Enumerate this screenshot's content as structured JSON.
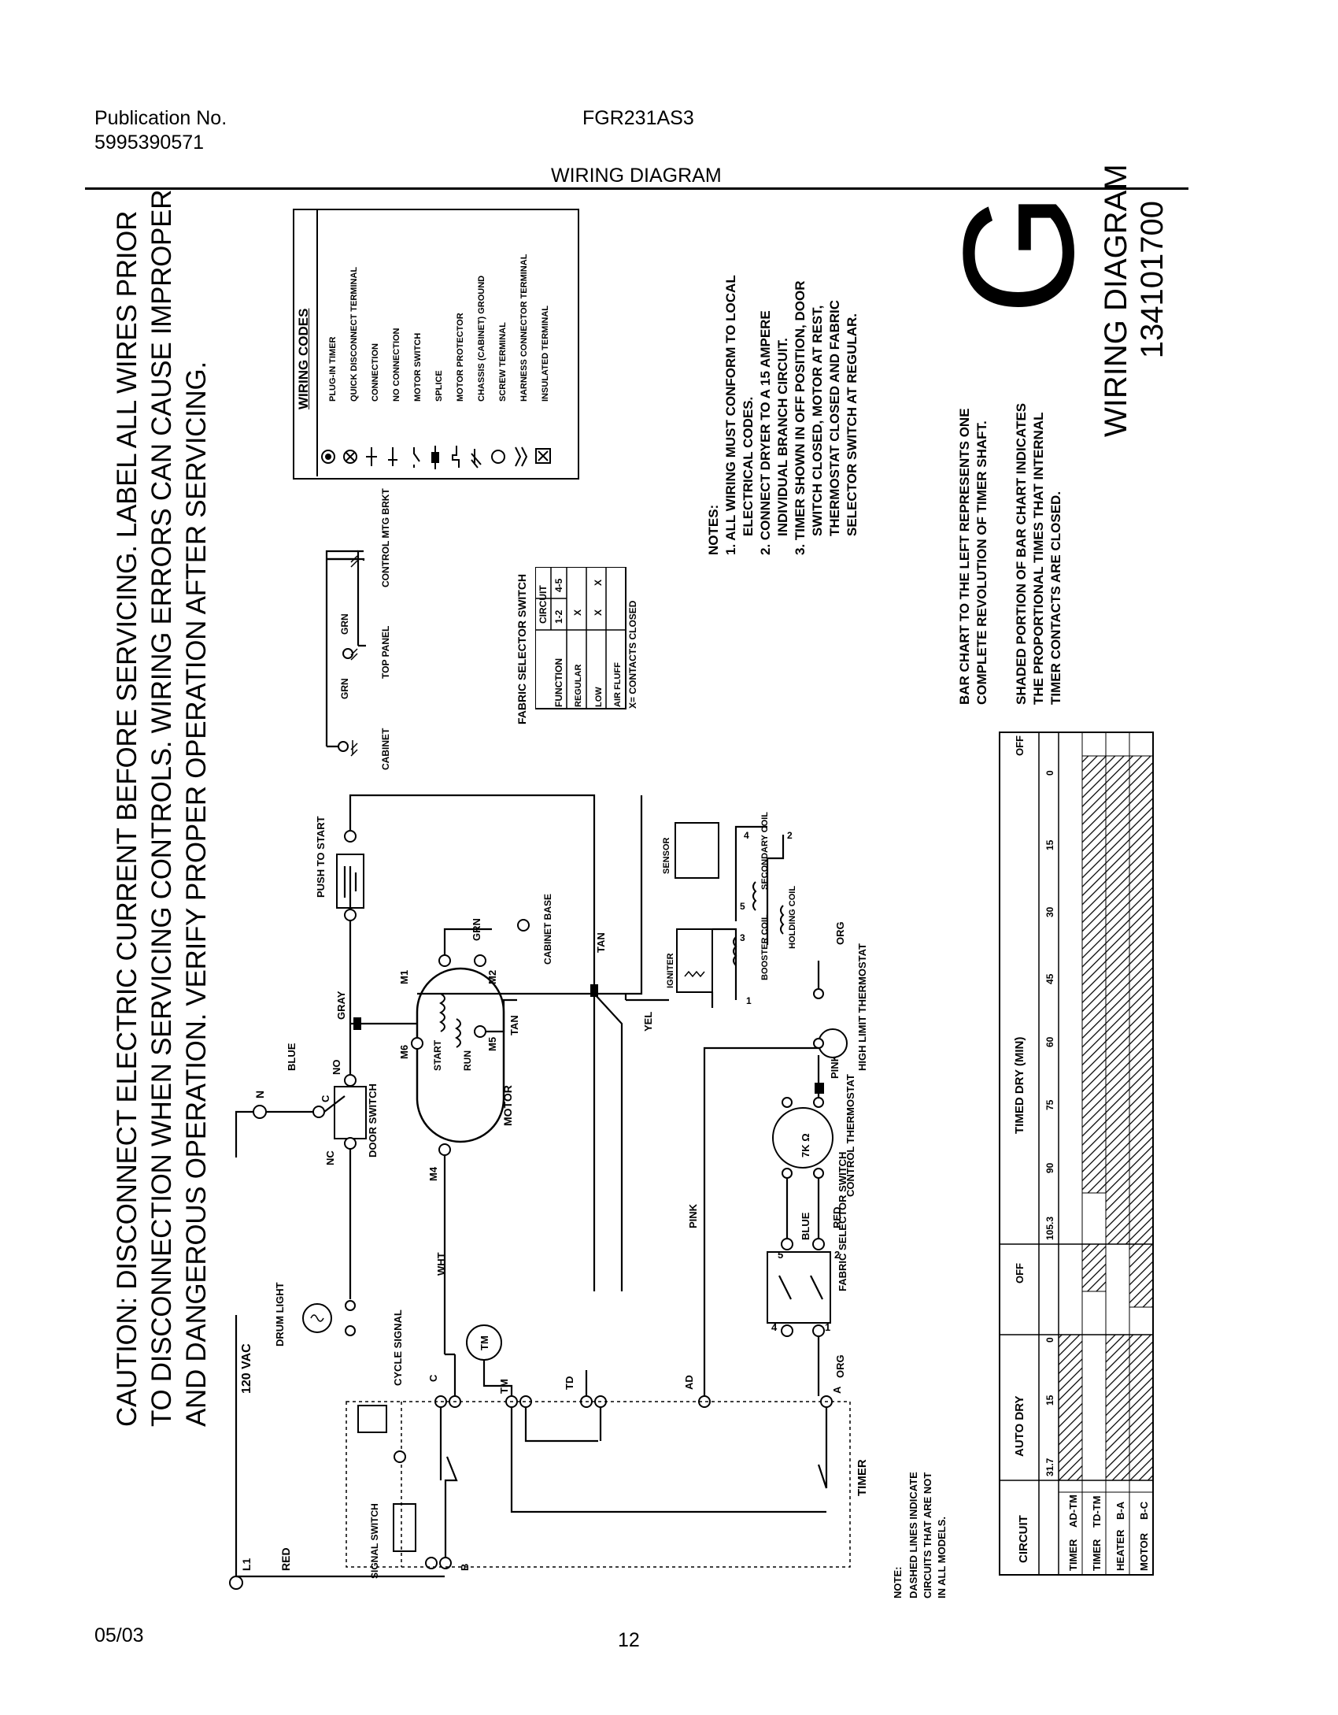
{
  "header": {
    "publication_label": "Publication No.",
    "publication_number": "5995390571",
    "model": "FGR231AS3",
    "section_title": "WIRING DIAGRAM"
  },
  "caution": {
    "line1": "CAUTION: DISCONNECT ELECTRIC CURRENT BEFORE SERVICING. LABEL ALL WIRES PRIOR",
    "line2": "TO DISCONNECTION WHEN SERVICING CONTROLS. WIRING ERRORS CAN CAUSE IMPROPER",
    "line3": "AND DANGEROUS OPERATION. VERIFY PROPER OPERATION AFTER SERVICING."
  },
  "wiring_codes": {
    "title": "WIRING CODES",
    "items": [
      {
        "icon": "plug-in-timer-icon",
        "label": "PLUG-IN TIMER"
      },
      {
        "icon": "quick-disconnect-icon",
        "label": "QUICK DISCONNECT TERMINAL"
      },
      {
        "icon": "connection-icon",
        "label": "CONNECTION"
      },
      {
        "icon": "no-connection-icon",
        "label": "NO CONNECTION"
      },
      {
        "icon": "motor-switch-icon",
        "label": "MOTOR SWITCH"
      },
      {
        "icon": "splice-icon",
        "label": "SPLICE"
      },
      {
        "icon": "motor-protector-icon",
        "label": "MOTOR PROTECTOR"
      },
      {
        "icon": "chassis-ground-icon",
        "label": "CHASSIS (CABINET) GROUND"
      },
      {
        "icon": "screw-terminal-icon",
        "label": "SCREW TERMINAL"
      },
      {
        "icon": "harness-connector-icon",
        "label": "HARNESS CONNECTOR TERMINAL"
      },
      {
        "icon": "insulated-terminal-icon",
        "label": "INSULATED TERMINAL"
      }
    ]
  },
  "notes": {
    "title": "NOTES:",
    "lines": [
      "1. ALL WIRING MUST CONFORM TO LOCAL",
      "ELECTRICAL CODES.",
      "2. CONNECT DRYER TO A 15 AMPERE",
      "INDIVIDUAL BRANCH CIRCUIT.",
      "3. TIMER SHOWN IN OFF POSITION, DOOR",
      "SWITCH CLOSED, MOTOR AT REST,",
      "THERMOSTAT CLOSED AND FABRIC",
      "SELECTOR SWITCH AT REGULAR."
    ]
  },
  "logo": {
    "letter": "G",
    "title": "WIRING DIAGRAM",
    "number": "134101700"
  },
  "bar_notes": {
    "bar1": "BAR CHART TO THE LEFT REPRESENTS ONE",
    "bar2": "COMPLETE REVOLUTION OF TIMER SHAFT.",
    "shade1": "SHADED PORTION OF BAR CHART INDICATES",
    "shade2": "THE PROPORTIONAL TIMES THAT INTERNAL",
    "shade3": "TIMER CONTACTS ARE CLOSED."
  },
  "fabric_table": {
    "title": "FABRIC SELECTOR SWITCH",
    "col_function": "FUNCTION",
    "col_circuit": "CIRCUIT",
    "col_a": "1-2",
    "col_b": "4-5",
    "rows": [
      {
        "name": "REGULAR",
        "a": "X",
        "b": ""
      },
      {
        "name": "LOW",
        "a": "X",
        "b": "X"
      },
      {
        "name": "AIR FLUFF",
        "a": "",
        "b": ""
      }
    ],
    "legend": "X= CONTACTS CLOSED"
  },
  "ground": {
    "grn": "GRN",
    "cabinet": "CABINET",
    "top_panel": "TOP PANEL",
    "control": "CONTROL MTG BRKT"
  },
  "timer_chart": {
    "circuit": "CIRCUIT",
    "auto_dry": "AUTO DRY",
    "timed_dry": "TIMED DRY (MIN)",
    "off": "OFF",
    "rows": [
      {
        "group": "TIMER",
        "name": "AD-TM"
      },
      {
        "group": "TIMER",
        "name": "TD-TM"
      },
      {
        "group": "HEATER",
        "name": "B-A"
      },
      {
        "group": "MOTOR",
        "name": "B-C"
      }
    ],
    "scale_auto": [
      "31.7",
      "15",
      "0"
    ],
    "scale_timed": [
      "105.3",
      "90",
      "75",
      "60",
      "45",
      "30",
      "15",
      "0"
    ]
  },
  "schematic": {
    "l1": "L1",
    "red": "RED",
    "n": "N",
    "vac": "120 VAC",
    "drum_light": "DRUM LIGHT",
    "blue": "BLUE",
    "c": "C",
    "no": "NO",
    "nc": "NC",
    "door_switch": "DOOR SWITCH",
    "push_to_start": "PUSH TO START",
    "gray": "GRAY",
    "m1": "M1",
    "m2": "M2",
    "m4": "M4",
    "m5": "M5",
    "m6": "M6",
    "start": "START",
    "run": "RUN",
    "motor": "MOTOR",
    "grn": "GRN",
    "cabinet_base": "CABINET BASE",
    "tan": "TAN",
    "wht": "WHT",
    "cycle_signal": "CYCLE SIGNAL",
    "tm": "TM",
    "td": "TD",
    "ad": "AD",
    "a": "A",
    "b": "B",
    "signal_switch": "SIGNAL SWITCH",
    "timer": "TIMER",
    "org": "ORG",
    "pink": "PINK",
    "fabric_selector": "FABRIC SELECTOR SWITCH",
    "control_thermostat": "CONTROL THERMOSTAT",
    "high_limit": "HIGH LIMIT THERMOSTAT",
    "ohm": "7K Ω",
    "igniter": "IGNITER",
    "booster_coil": "BOOSTER COIL",
    "holding_coil": "HOLDING COIL",
    "secondary_coil": "SECONDARY COIL",
    "sensor": "SENSOR",
    "yel": "YEL",
    "n1": "1",
    "n2": "2",
    "n3": "3",
    "n4": "4",
    "n5": "5"
  },
  "dashed_note": {
    "note": "NOTE:",
    "l1": "DASHED LINES INDICATE",
    "l2": "CIRCUITS THAT ARE NOT",
    "l3": "IN ALL MODELS."
  },
  "footer": {
    "date": "05/03",
    "page": "12"
  }
}
